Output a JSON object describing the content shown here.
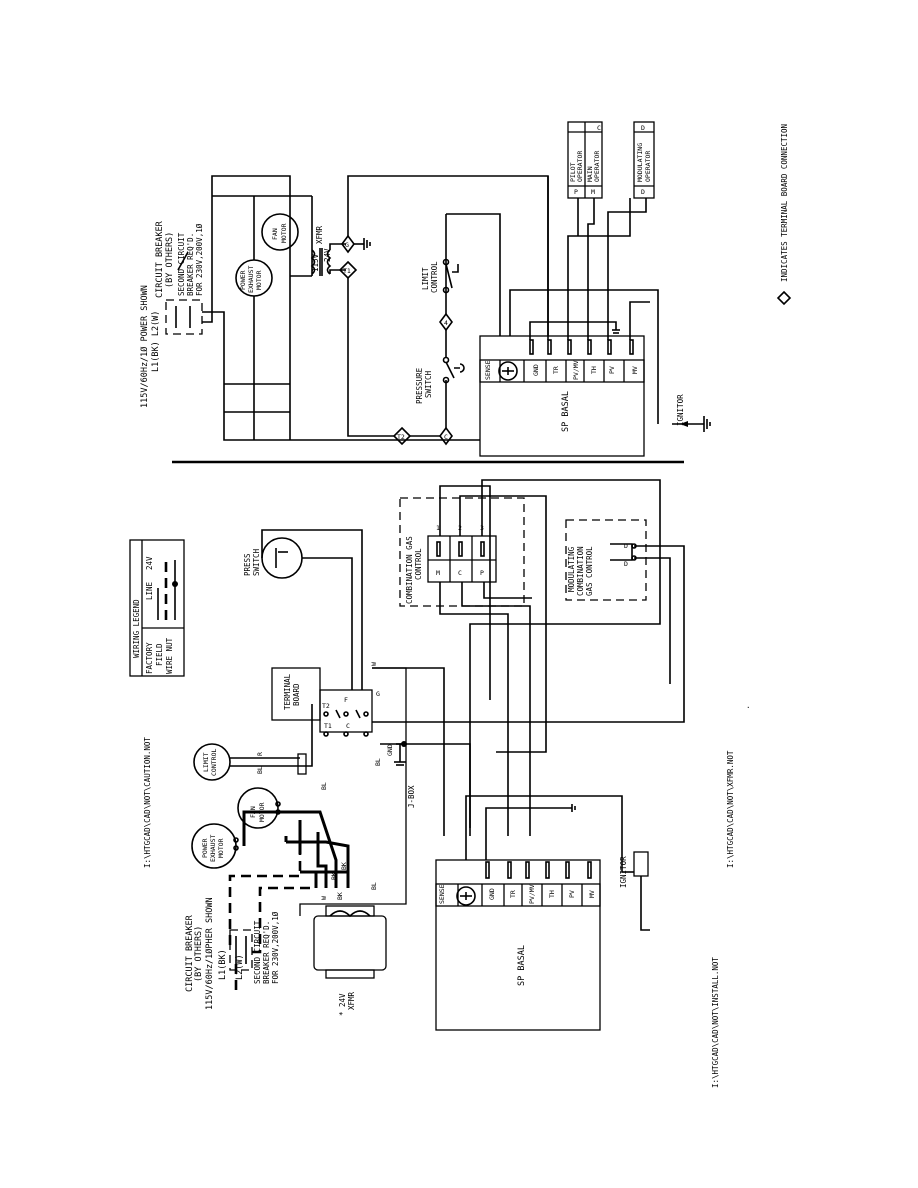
{
  "paths": {
    "caution": "I:\\HTGCAD\\CAD\\NOT\\CAUTION.NOT",
    "install": "I:\\HTGCAD\\CAD\\NOT\\INSTALL.NOT",
    "xfmr": "I:\\HTGCAD\\CAD\\NOT\\XFMR.NOT"
  },
  "top": {
    "power_note": "115V/60Hz/1Ø POWER SHOWN",
    "l1l2": "L1(BK)  L2(W)",
    "cb": "CIRCUIT BREAKER",
    "by_others": "(BY OTHERS)",
    "second_cb_1": "SECOND CIRCUIT",
    "second_cb_2": "BREAKER REQ'D.",
    "second_cb_3": "FOR 230V,200V,1Ø",
    "power_exhaust": [
      "POWER",
      "EXHAUST",
      "MOTOR"
    ],
    "fan_motor": [
      "FAN",
      "MOTOR"
    ],
    "v115": "115V",
    "v24": "24V",
    "xfmr": "XFMR",
    "limit_control": [
      "LIMIT",
      "CONTROL"
    ],
    "pressure_switch": [
      "PRESSURE",
      "SWITCH"
    ],
    "basal": "SP BASAL",
    "terminals": [
      "SENSE",
      "GND",
      "TR",
      "PV/MV",
      "TH",
      "PV",
      "MV"
    ],
    "pilot": [
      "PILOT",
      "OPERATOR"
    ],
    "main": [
      "MAIN",
      "OPERATOR"
    ],
    "modulating": [
      "MODULATING",
      "OPERATOR"
    ],
    "igniter": "IGNITOR",
    "tb_labels": [
      "G",
      "T1",
      "4",
      "C",
      "T2"
    ],
    "pin_letters": [
      "P",
      "M",
      "C",
      "D",
      "D"
    ]
  },
  "bottom": {
    "legend_title": "WIRING LEGEND",
    "legend_rows": [
      {
        "label": "FACTORY",
        "code": "LINE"
      },
      {
        "label": "FIELD",
        "code": "24V"
      },
      {
        "label": "WIRE NUT",
        "code": ""
      }
    ],
    "cb": "CIRCUIT BREAKER",
    "by_others": "(BY OTHERS)",
    "power_note": "115V/60Hz/1ØPHER SHOWN",
    "l1": "L1(BK)",
    "l2": "L2(W)",
    "second_cb_1": "SECOND CIRCUIT",
    "second_cb_2": "BREAKER REQ'D.",
    "second_cb_3": "FOR 230V,200V,1Ø",
    "xfmr_note": "* 24V",
    "xfmr": "XFMR",
    "power_exhaust": [
      "POWER",
      "EXHAUST",
      "MOTOR"
    ],
    "fan_motor": [
      "FAN",
      "MOTOR"
    ],
    "limit_control": [
      "LIMIT",
      "CONTROL"
    ],
    "terminal_board": [
      "TERMINAL",
      "BOARD"
    ],
    "tb_labels": [
      "T2",
      "F",
      "T1",
      "C",
      "G"
    ],
    "press_switch": [
      "PRESS",
      "SWITCH"
    ],
    "combination": [
      "COMBINATION GAS",
      "CONTROL"
    ],
    "comb_pins": [
      "M",
      "C",
      "P"
    ],
    "comb_nums": [
      "1",
      "2",
      "3"
    ],
    "modulating_gc": [
      "MODULATING",
      "COMBINATION",
      "GAS CONTROL"
    ],
    "mod_pins": [
      "D",
      "D"
    ],
    "jbox": "J-BOX",
    "gnd": "GND",
    "basal": "SP BASAL",
    "terminals": [
      "SENSE",
      "GND",
      "TR",
      "PV/MV",
      "TH",
      "PV",
      "MV"
    ],
    "igniter": "IGNITOR",
    "wire_labels": [
      "R",
      "BL",
      "BL",
      "BL",
      "W",
      "BK",
      "BK",
      "W",
      "BK",
      "BL"
    ]
  },
  "footer": {
    "tb_note": "INDICATES TERMINAL BOARD CONNECTION",
    "mark": "."
  }
}
